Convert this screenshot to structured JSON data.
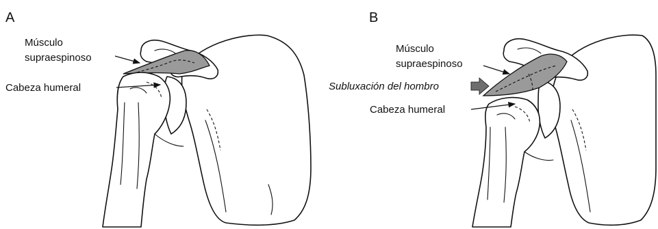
{
  "panels": [
    {
      "letter": "A",
      "labels": {
        "muscle_line1": "Músculo",
        "muscle_line2": "supraespinoso",
        "humeral_head": "Cabeza humeral"
      }
    },
    {
      "letter": "B",
      "labels": {
        "muscle_line1": "Músculo",
        "muscle_line2": "supraespinoso",
        "subluxation": "Subluxación del hombro",
        "humeral_head": "Cabeza humeral"
      }
    }
  ],
  "colors": {
    "muscle_fill": "#9a9a9a",
    "subluxation_arrow": "#6e6e6e",
    "line": "#111111"
  }
}
